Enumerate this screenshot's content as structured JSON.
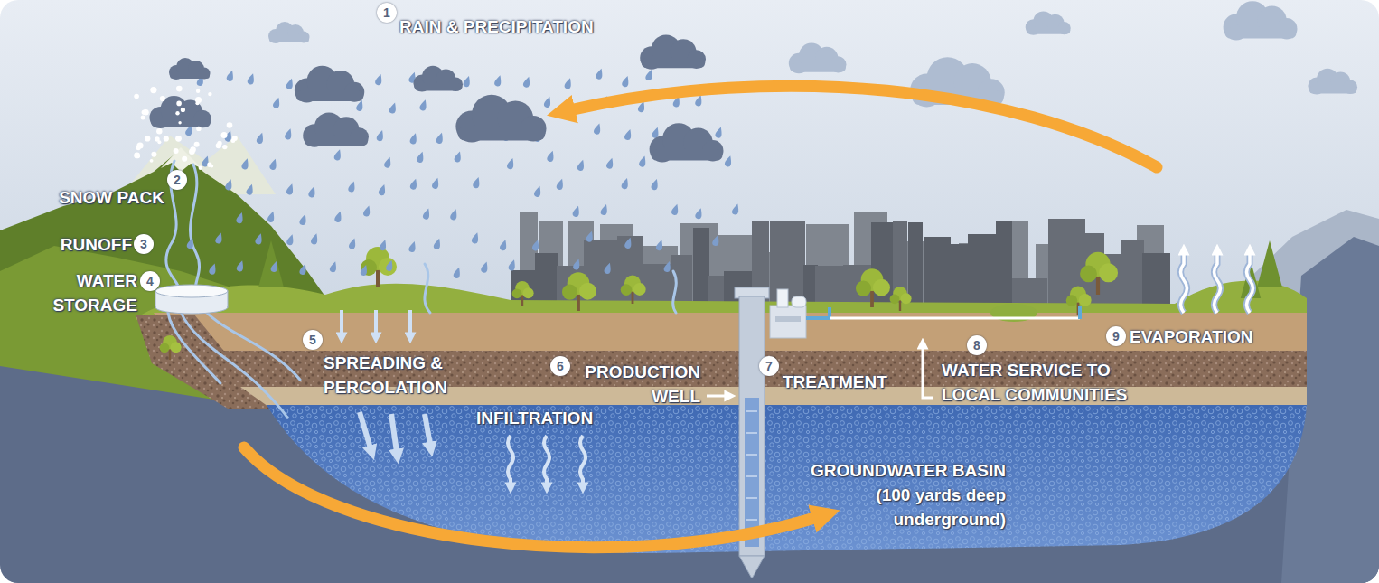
{
  "diagram": {
    "labels": [
      "1",
      "RAIN & PRECIPITATION",
      "2",
      "SNOW PACK",
      "3",
      "RUNOFF",
      "4",
      "WATER STORAGE",
      "5",
      "SPREADING & PERCOLATION",
      "6",
      "PRODUCTION WELL",
      "7",
      "TREATMENT",
      "8",
      "WATER SERVICE TO LOCAL COMMUNITIES",
      "9",
      "EVAPORATION",
      "INFILTRATION",
      "GROUNDWATER BASIN (100 yards deep underground)"
    ]
  }
}
